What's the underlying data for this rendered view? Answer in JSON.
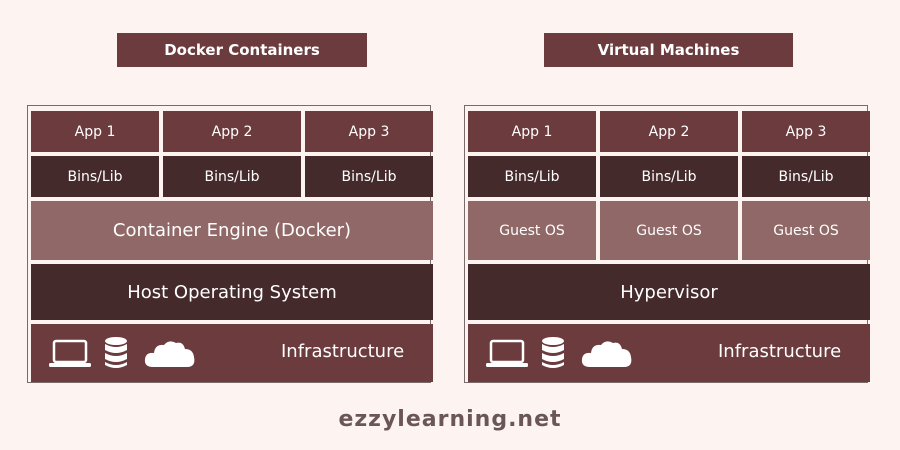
{
  "docker": {
    "title": "Docker Containers",
    "apps": [
      "App 1",
      "App 2",
      "App 3"
    ],
    "bins": [
      "Bins/Lib",
      "Bins/Lib",
      "Bins/Lib"
    ],
    "engine": "Container Engine (Docker)",
    "host_os": "Host Operating System",
    "infrastructure": "Infrastructure"
  },
  "vm": {
    "title": "Virtual Machines",
    "apps": [
      "App 1",
      "App 2",
      "App 3"
    ],
    "bins": [
      "Bins/Lib",
      "Bins/Lib",
      "Bins/Lib"
    ],
    "guest_os": [
      "Guest OS",
      "Guest OS",
      "Guest OS"
    ],
    "hypervisor": "Hypervisor",
    "infrastructure": "Infrastructure"
  },
  "footer": "ezzylearning.net",
  "icons": [
    "laptop-icon",
    "database-icon",
    "cloud-icon"
  ],
  "colors": {
    "background": "#fdf4f2",
    "title_bg": "#6b3b3d",
    "app_row": "#6b3b3d",
    "bins_row": "#452a2c",
    "engine_row": "#8f6867",
    "os_row": "#452a2c",
    "infra_row": "#6b3b3d"
  }
}
